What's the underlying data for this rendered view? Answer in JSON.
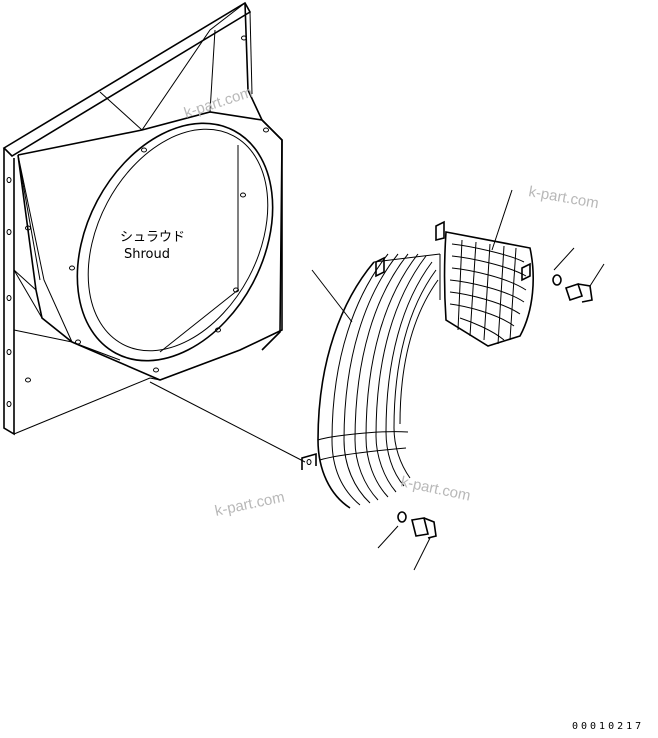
{
  "labels": {
    "shroud_jp": "シュラウド",
    "shroud_en": "Shroud"
  },
  "watermarks": [
    "k-part.com",
    "k-part.com",
    "k-part.com",
    "k-part.com"
  ],
  "drawing_code": "00010217"
}
